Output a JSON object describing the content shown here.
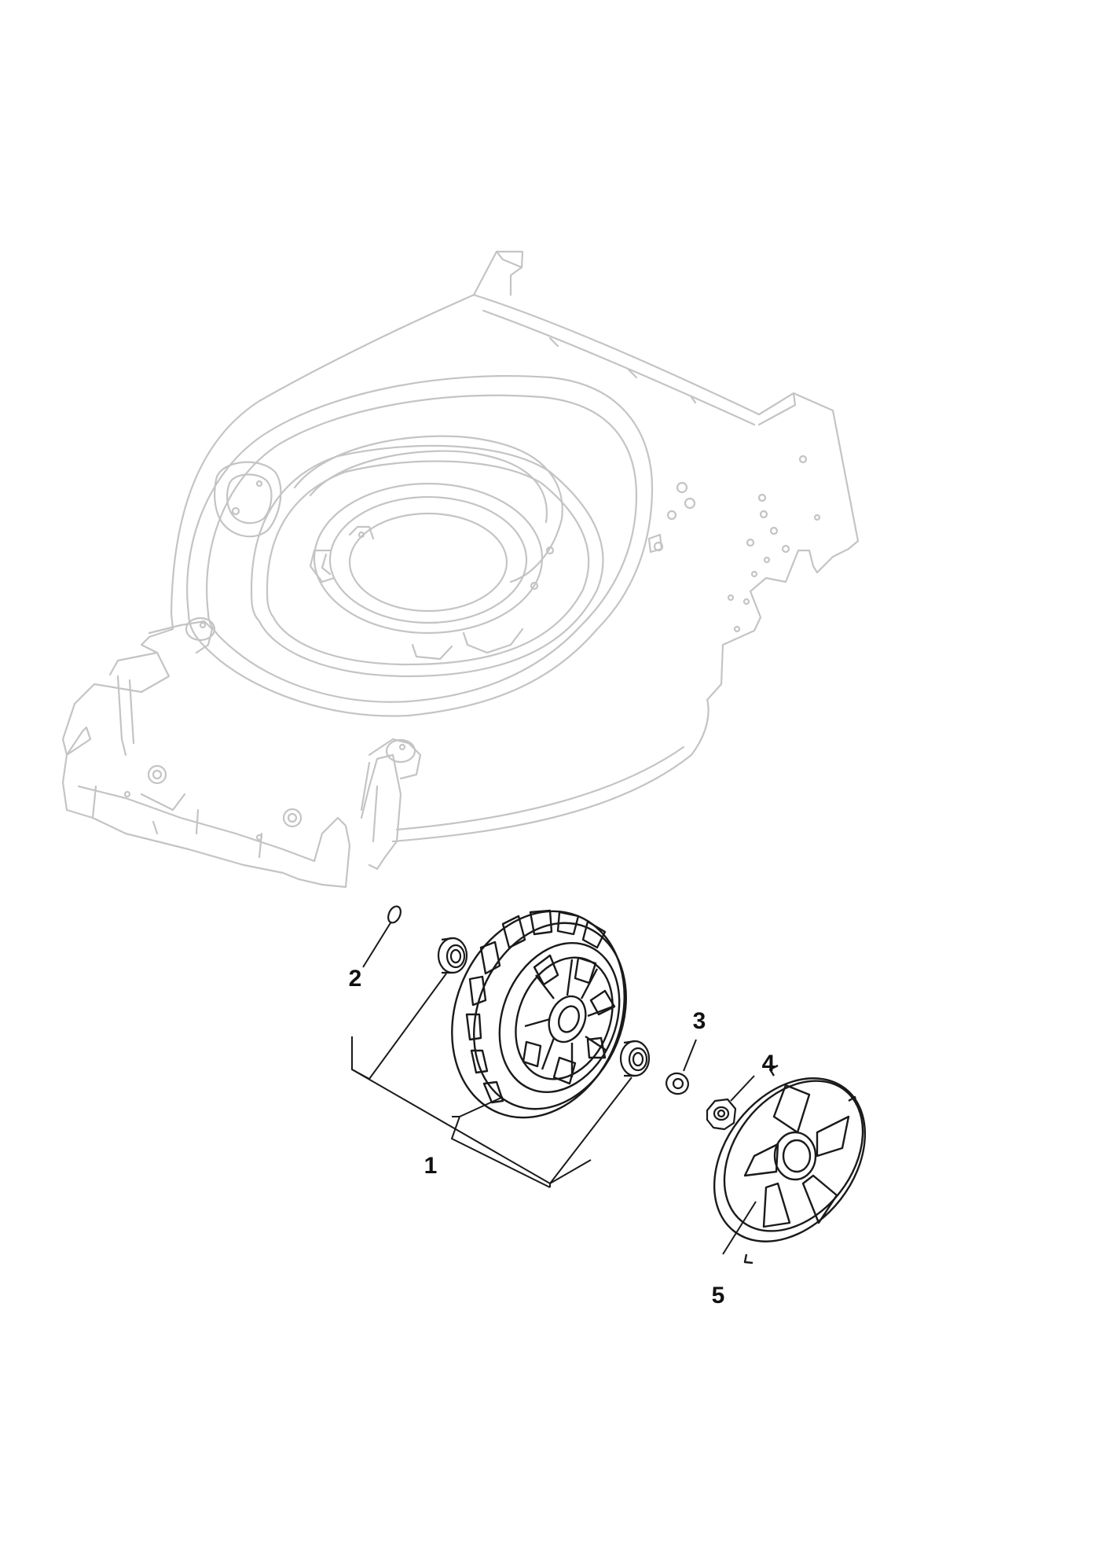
{
  "callouts": [
    {
      "id": "1",
      "label": "1"
    },
    {
      "id": "2",
      "label": "2"
    },
    {
      "id": "3",
      "label": "3"
    },
    {
      "id": "4",
      "label": "4"
    },
    {
      "id": "5",
      "label": "5"
    }
  ],
  "colors": {
    "ghost_line": "#c4c4c4",
    "part_line": "#1a1a1a",
    "background": "#ffffff"
  },
  "icons": {
    "deck": "mower-deck-icon",
    "wheel": "wheel-icon",
    "bearing": "bearing-icon",
    "washer": "washer-icon",
    "nut": "nut-icon",
    "hubcap": "hubcap-icon",
    "oring": "o-ring-icon"
  }
}
